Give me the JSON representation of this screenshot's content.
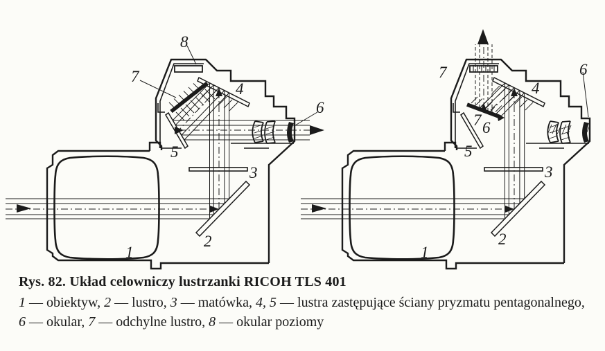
{
  "figure": {
    "caption": {
      "title": "Rys. 82. Układ celowniczy lustrzanki RICOH TLS 401",
      "legend_items": [
        {
          "num": "1",
          "desc": "obiektyw"
        },
        {
          "num": "2",
          "desc": "lustro"
        },
        {
          "num": "3",
          "desc": "matówka"
        },
        {
          "num": "4, 5",
          "desc": "lustra zastępujące ściany pryzmatu pentagonalnego"
        },
        {
          "num": "6",
          "desc": "okular"
        },
        {
          "num": "7",
          "desc": "odchylne lustro"
        },
        {
          "num": "8",
          "desc": "okular poziomy"
        }
      ],
      "separator": " — ",
      "delimiter": ", "
    },
    "labels": {
      "n1": "1",
      "n2": "2",
      "n3": "3",
      "n4": "4",
      "n5": "5",
      "n6": "6",
      "n7": "7",
      "n8": "8"
    },
    "colors": {
      "ink": "#1b1b1b",
      "paper": "#fcfcf8"
    }
  }
}
